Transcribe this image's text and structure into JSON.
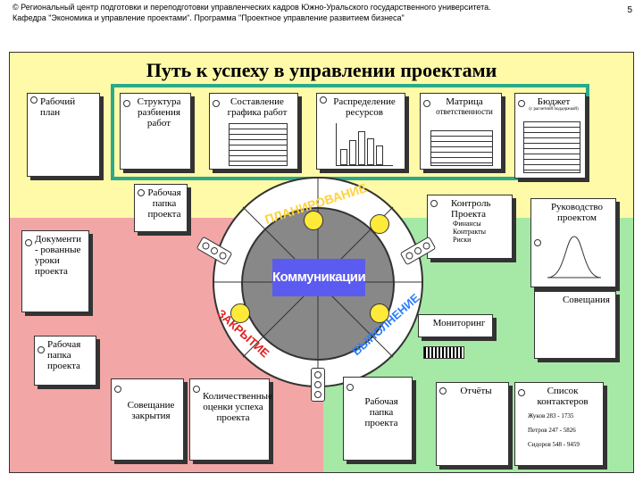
{
  "header": {
    "line1": "© Региональный центр подготовки и переподготовки управленческих кадров Южно-Уральского государственного университета.",
    "line2": "Кафедра \"Экономика и управление проектами\". Программа \"Проектное управление развитием бизнеса\"",
    "page": "5"
  },
  "title": "Путь к успеху в управлении проектами",
  "cards": {
    "work_plan": "Рабочий план",
    "wbs": "Структура разбиения работ",
    "schedule": "Составление графика работ",
    "resources": "Распределение ресурсов",
    "matrix": "Матрица",
    "matrix_sub": "ответственности",
    "budget": "Бюджет",
    "budget_sub": "(с расчетной поддержкой)",
    "folder_top": "Рабочая папка проекта",
    "control": "Контроль Проекта",
    "control_items": [
      "Финансы",
      "Контракты",
      "Риски"
    ],
    "guide": "Руководство проектом",
    "docs": "Документи - рованные уроки проекта",
    "meetings": "Совещания",
    "monitoring": "Мониторинг",
    "folder_left": "Рабочая папка проекта",
    "closing": "Совещание закрытия",
    "quantity": "Количественные оценки успеха проекта",
    "folder_right": "Рабочая папка проекта",
    "reports": "Отчёты",
    "contacts": "Список контактеров",
    "contact_list": [
      "Жуков 283 - 1735",
      "Петров 247 - 5826",
      "Сидоров 548 - 9459"
    ]
  },
  "wheel": {
    "center": "Коммуникации",
    "planning": "ПЛАНИРОВАНИЕ",
    "execution": "ВЫПОЛНЕНИЕ",
    "closing": "ЗАКРЫТИЕ"
  },
  "colors": {
    "plan_zone": "#fffaa8",
    "close_zone": "#f3a6a6",
    "exec_zone": "#a6e8a6",
    "band": "#2aaa8a",
    "core": "#5b5bf0"
  }
}
